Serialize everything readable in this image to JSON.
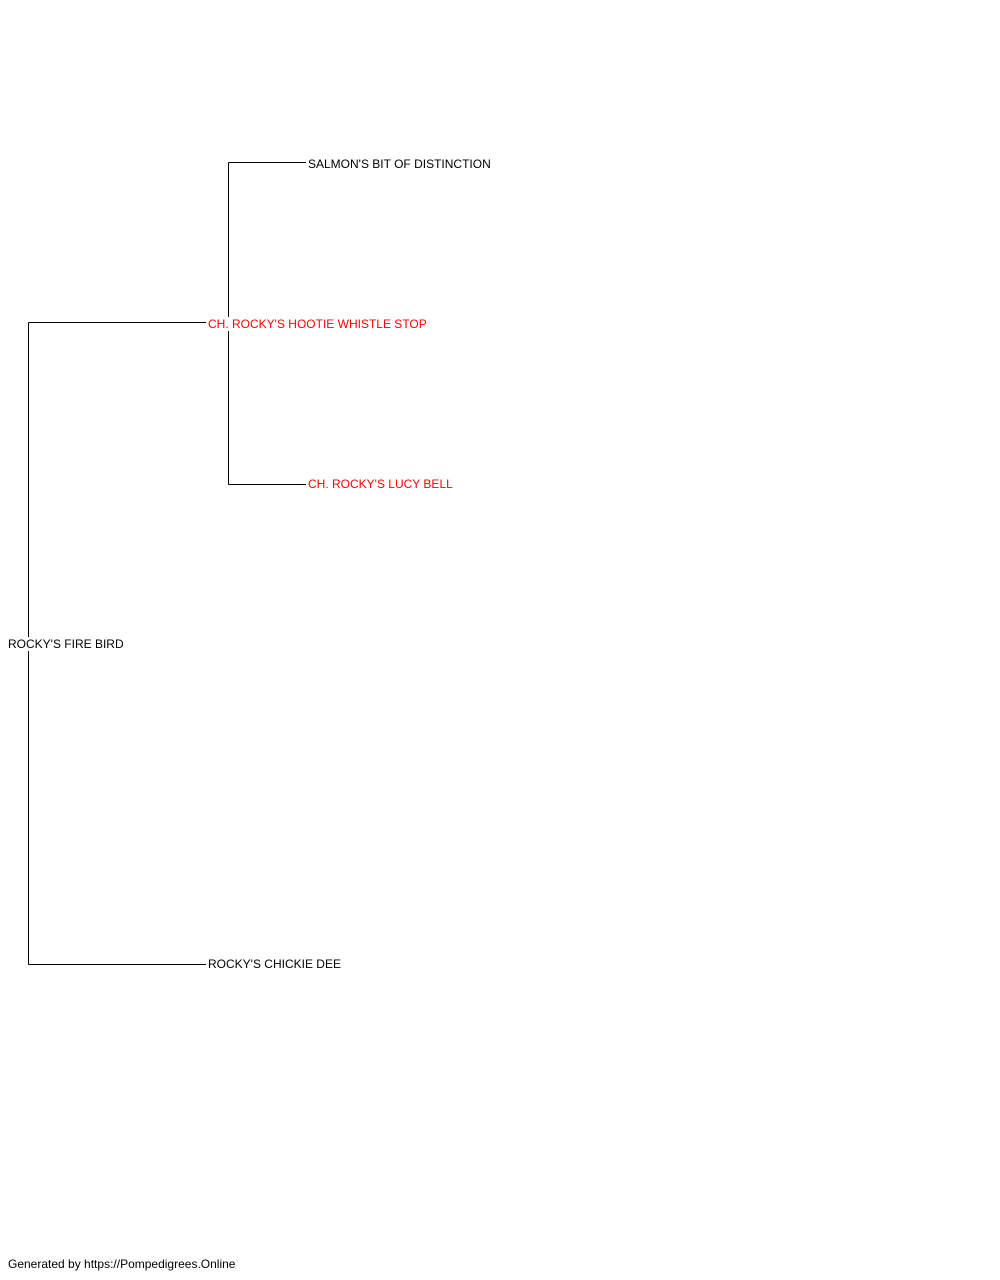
{
  "pedigree": {
    "subject": {
      "name": "ROCKY'S FIRE BIRD",
      "champion": false
    },
    "sire": {
      "name": "CH. ROCKY'S HOOTIE WHISTLE STOP",
      "champion": true
    },
    "dam": {
      "name": "ROCKY'S CHICKIE DEE",
      "champion": false
    },
    "sire_sire": {
      "name": "SALMON'S BIT OF DISTINCTION",
      "champion": false
    },
    "sire_dam": {
      "name": "CH. ROCKY'S LUCY BELL",
      "champion": true
    }
  },
  "colors": {
    "line": "#000000",
    "text": "#000000",
    "champion_text": "#ff0000",
    "background": "#ffffff"
  },
  "footer": {
    "text": "Generated by https://Pompedigrees.Online"
  }
}
